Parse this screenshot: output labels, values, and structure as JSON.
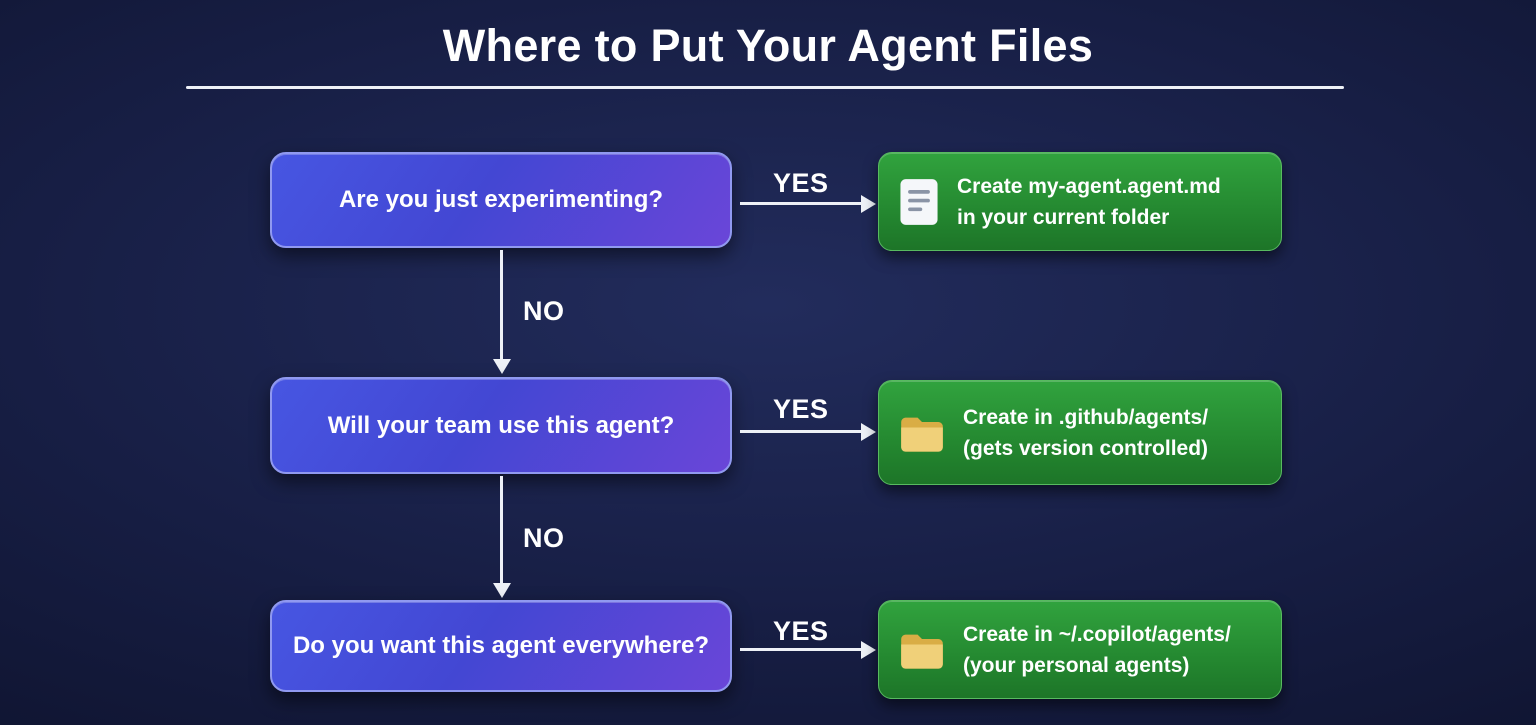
{
  "title": "Where to Put Your Agent Files",
  "colors": {
    "background": "#10152e",
    "question_box": "#4a4cd9",
    "result_box": "#268a31",
    "arrow": "#eef1f7",
    "text": "#ffffff",
    "folder_icon": "#eec95c",
    "document_icon": "#f5f7fa"
  },
  "rows": [
    {
      "question": "Are you just experimenting?",
      "yes_label": "YES",
      "no_label": "NO",
      "icon": "document-icon",
      "result": {
        "line1": "Create my-agent.agent.md",
        "line2": "in your current folder"
      }
    },
    {
      "question": "Will your team use this agent?",
      "yes_label": "YES",
      "no_label": "NO",
      "icon": "folder-icon",
      "result": {
        "line1": "Create in .github/agents/",
        "line2": "(gets version controlled)"
      }
    },
    {
      "question": "Do you want this agent everywhere?",
      "yes_label": "YES",
      "icon": "folder-icon",
      "result": {
        "line1": "Create in ~/.copilot/agents/",
        "line2": "(your personal agents)"
      }
    }
  ]
}
